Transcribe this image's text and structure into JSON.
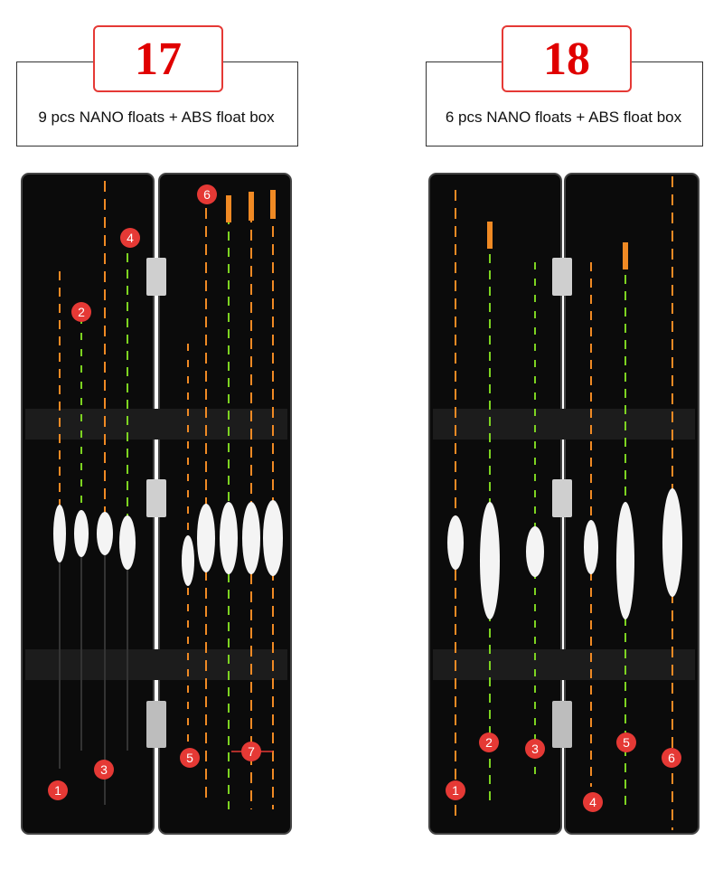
{
  "products": [
    {
      "number": "17",
      "caption": "9 pcs NANO floats + ABS float box",
      "float_markers": [
        "1",
        "2",
        "3",
        "4",
        "5",
        "6",
        "7"
      ]
    },
    {
      "number": "18",
      "caption": "6 pcs NANO floats + ABS float box",
      "float_markers": [
        "1",
        "2",
        "3",
        "4",
        "5",
        "6"
      ]
    }
  ],
  "colors": {
    "accent_red": "#e53935",
    "box_black": "#0b0b0b",
    "float_orange": "#f08a24",
    "float_green": "#7dd321"
  }
}
